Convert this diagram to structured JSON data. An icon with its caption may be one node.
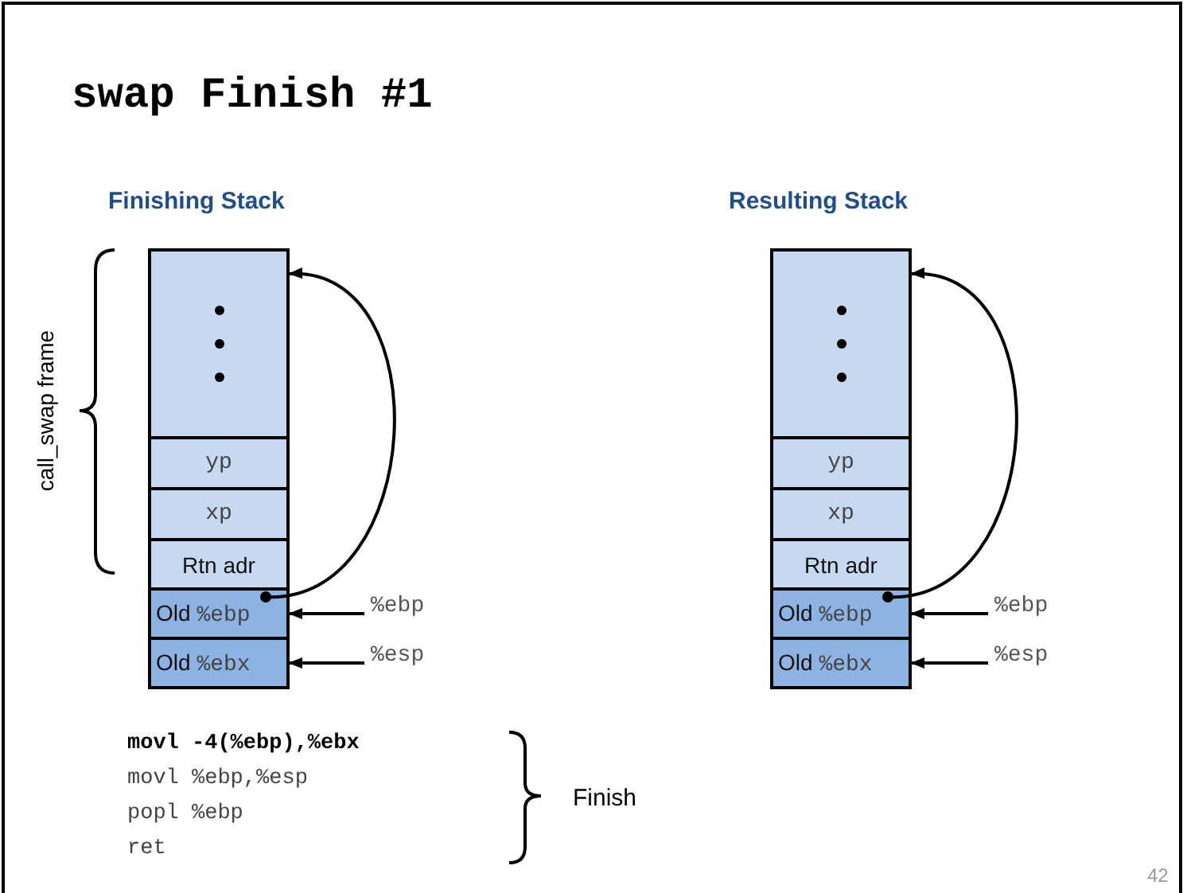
{
  "diagram": {
    "title": "swap Finish #1",
    "nodes": [
      {
        "text": [],
        "shape": "box"
      },
      {
        "text": [
          "yp"
        ]
      },
      {
        "text": [
          "xp"
        ]
      },
      {
        "text": [
          "Rtn adr"
        ]
      },
      {
        "text": [
          "Old %ebp"
        ]
      },
      {
        "text": [
          "Old %ebx"
        ]
      },
      {
        "text": [
          "%ebp"
        ]
      },
      {
        "text": [
          "%esp"
        ]
      },
      {
        "text": [],
        "shape": "box"
      },
      {
        "text": [
          "yp"
        ]
      },
      {
        "text": [
          "xp"
        ]
      },
      {
        "text": [
          "Rtn adr"
        ]
      },
      {
        "text": [
          "Old %ebp"
        ]
      },
      {
        "text": [
          "Old %ebx"
        ]
      },
      {
        "text": [
          "%ebp"
        ]
      },
      {
        "text": [
          "%esp"
        ]
      }
    ],
    "edges": [
      {
        "from": 4,
        "to": 0,
        "arrow": "to"
      },
      {
        "from": 6,
        "to": 4,
        "arrow": "to"
      },
      {
        "from": 7,
        "to": 5,
        "arrow": "to"
      },
      {
        "from": 12,
        "to": 8,
        "arrow": "to"
      },
      {
        "from": 14,
        "to": 12,
        "arrow": "to"
      },
      {
        "from": 15,
        "to": 13,
        "arrow": "to"
      }
    ],
    "labels": [
      "Finishing Stack",
      "Resulting Stack",
      "call_swap frame",
      "movl -4(%ebp),%ebx",
      "movl %ebp,%esp",
      "popl %ebp",
      "ret",
      "Finish",
      "42"
    ]
  }
}
